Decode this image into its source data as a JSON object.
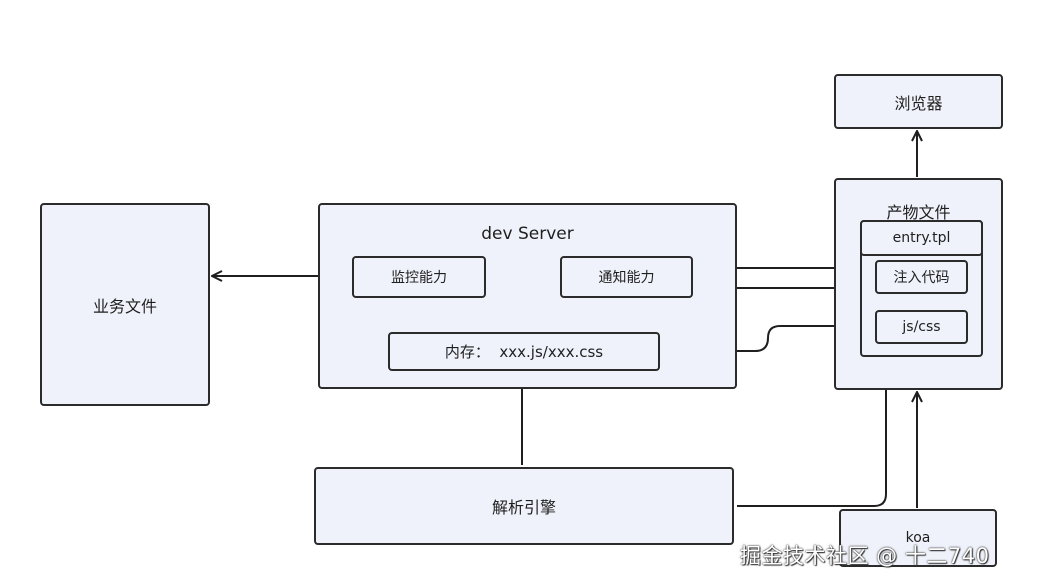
{
  "diagram": {
    "business_files": "业务文件",
    "dev_server": {
      "title": "dev Server",
      "monitor": "监控能力",
      "notify": "通知能力",
      "memory": "内存：  xxx.js/xxx.css"
    },
    "browser": "浏览器",
    "artifacts": {
      "title": "产物文件",
      "entry": "entry.tpl",
      "inject": "注入代码",
      "jscss": "js/css"
    },
    "parser": "解析引擎",
    "koa": "koa"
  },
  "watermark": "掘金技术社区 @ 十二740"
}
